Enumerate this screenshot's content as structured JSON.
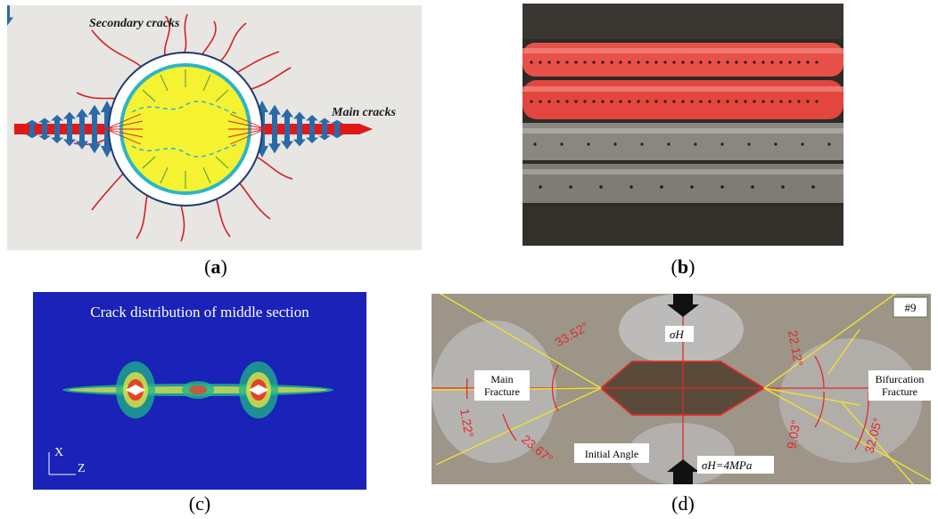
{
  "panel_a": {
    "caption": "a",
    "label_secondary": "Secondary cracks",
    "label_main": "Main cracks"
  },
  "panel_b": {
    "caption": "b"
  },
  "panel_c": {
    "caption": "(c)",
    "title": "Crack distribution of middle section",
    "axis_x": "X",
    "axis_z": "Z"
  },
  "panel_d": {
    "caption": "(d)",
    "sample_id": "#9",
    "sigma_h_top": "σH",
    "sigma_h_bottom": "σH=4MPa",
    "main_fracture_line1": "Main",
    "main_fracture_line2": "Fracture",
    "bifurcation_line1": "Bifurcation",
    "bifurcation_line2": "Fracture",
    "initial_angle": "Initial Angle",
    "angles": {
      "a1": "33.52°",
      "a2": "22.12°",
      "a3": "1.22°",
      "a4": "23.67°",
      "a5": "9.03°",
      "a6": "32.05°"
    }
  }
}
